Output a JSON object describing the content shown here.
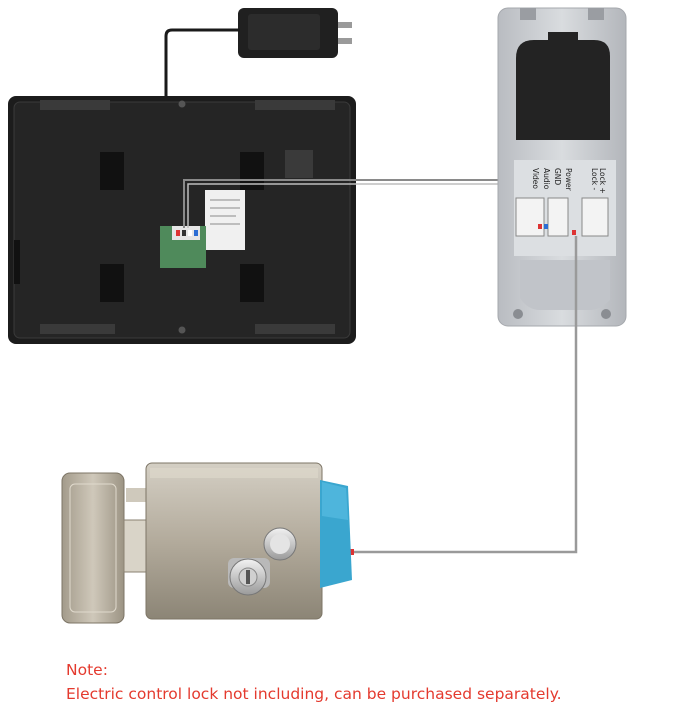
{
  "note": {
    "title": "Note:",
    "text": "Electric control lock not including, can be purchased separately."
  },
  "outdoor_unit": {
    "terminal_labels": [
      "Lock +",
      "Lock -",
      "Power",
      "GND",
      "Audio",
      "Video"
    ]
  },
  "colors": {
    "note_text": "#e43a2e",
    "monitor_body": "#1c1c1c",
    "doorbell_plate": "#c9ccd0",
    "lock_body": "#b6ae9f",
    "lock_bolt": "#3aa6cf",
    "wire": "#9a9a9a"
  }
}
